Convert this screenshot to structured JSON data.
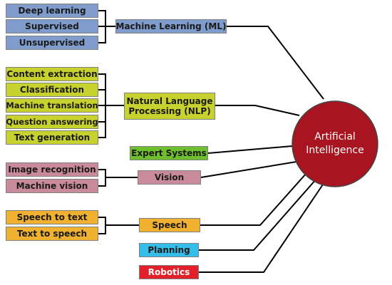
{
  "center": {
    "line1": "Artificial",
    "line2": "Intelligence",
    "color": "#a8141f"
  },
  "ml": {
    "label": "Machine Learning (ML)",
    "items": [
      "Deep learning",
      "Supervised",
      "Unsupervised"
    ],
    "color": "#7f9ccc"
  },
  "nlp": {
    "line1": "Natural Language",
    "line2": "Processing (NLP)",
    "items": [
      "Content extraction",
      "Classification",
      "Machine translation",
      "Question answering",
      "Text generation"
    ],
    "color": "#c8d22e"
  },
  "expert": {
    "label": "Expert Systems",
    "color": "#6fbe2e"
  },
  "vision": {
    "label": "Vision",
    "items": [
      "Image recognition",
      "Machine vision"
    ],
    "color": "#c98b9b"
  },
  "speech": {
    "label": "Speech",
    "items": [
      "Speech to text",
      "Text to speech"
    ],
    "color": "#f0b030"
  },
  "planning": {
    "label": "Planning",
    "color": "#34bde8"
  },
  "robotics": {
    "label": "Robotics",
    "color": "#e2202a"
  }
}
